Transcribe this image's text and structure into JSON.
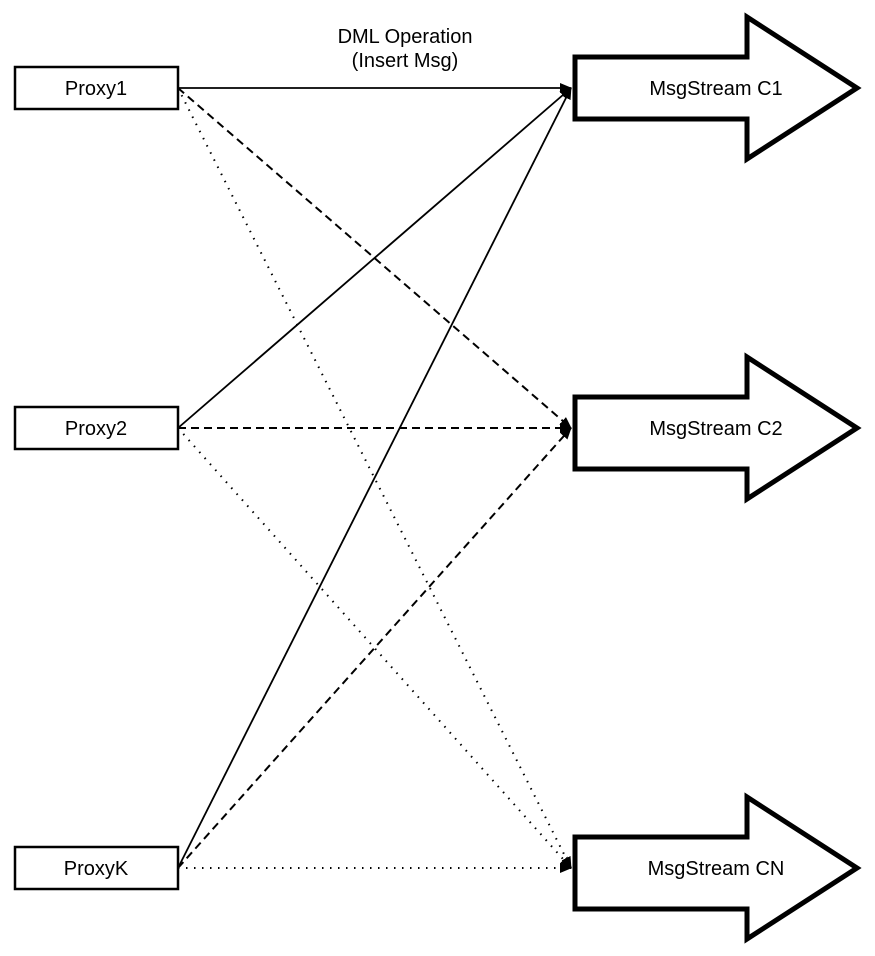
{
  "diagram": {
    "edge_caption": {
      "line1": "DML Operation",
      "line2": "(Insert Msg)"
    },
    "nodes": {
      "proxies": [
        {
          "id": "proxy1",
          "label": "Proxy1"
        },
        {
          "id": "proxy2",
          "label": "Proxy2"
        },
        {
          "id": "proxyk",
          "label": "ProxyK"
        }
      ],
      "streams": [
        {
          "id": "c1",
          "label": "MsgStream C1"
        },
        {
          "id": "c2",
          "label": "MsgStream C2"
        },
        {
          "id": "cn",
          "label": "MsgStream CN"
        }
      ]
    },
    "edges": [
      {
        "from": "proxy1",
        "to": "c1",
        "style": "solid"
      },
      {
        "from": "proxy1",
        "to": "c2",
        "style": "dashed"
      },
      {
        "from": "proxy1",
        "to": "cn",
        "style": "dotted"
      },
      {
        "from": "proxy2",
        "to": "c1",
        "style": "solid"
      },
      {
        "from": "proxy2",
        "to": "c2",
        "style": "dashed"
      },
      {
        "from": "proxy2",
        "to": "cn",
        "style": "dotted"
      },
      {
        "from": "proxyk",
        "to": "c1",
        "style": "solid"
      },
      {
        "from": "proxyk",
        "to": "c2",
        "style": "dashed"
      },
      {
        "from": "proxyk",
        "to": "cn",
        "style": "dotted"
      }
    ],
    "colors": {
      "stroke": "#000000",
      "fill": "#ffffff",
      "background": "#ffffff"
    }
  }
}
